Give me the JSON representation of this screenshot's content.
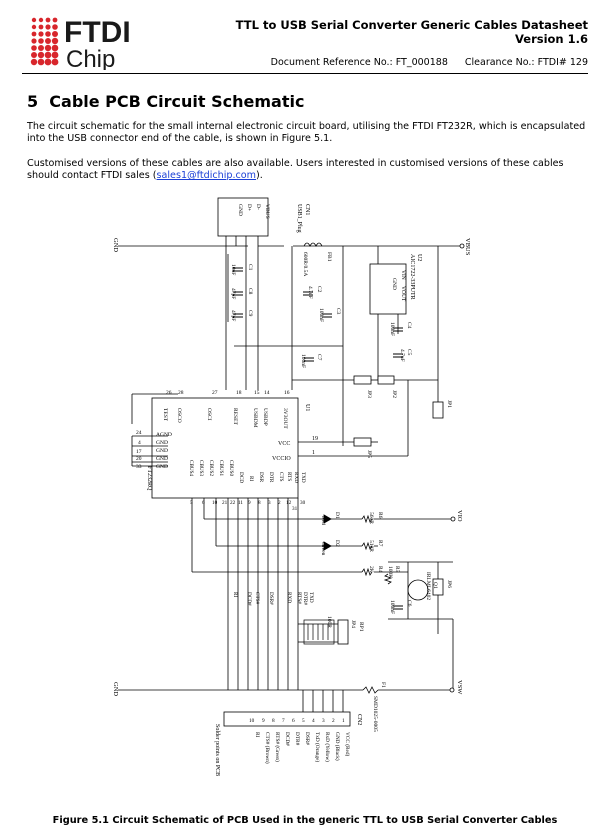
{
  "logo": {
    "line1": "FTDI",
    "line2": "Chip",
    "color": "#d8262c"
  },
  "header": {
    "title": "TTL to USB Serial Converter Generic Cables Datasheet",
    "version": "Version 1.6",
    "doc_ref": "Document Reference No.: FT_000188",
    "clearance": "Clearance No.: FTDI# 129"
  },
  "section": {
    "number": "5",
    "title": "Cable PCB Circuit Schematic"
  },
  "paragraphs": {
    "p1": "The circuit schematic for the small internal electronic circuit board, utilising the FTDI FT232R, which is encapsulated into the USB connector end of the cable, is shown in Figure 5.1.",
    "p2_before": "Customised versions of these cables are also available. Users interested in customised versions of these cables should contact FTDI sales (",
    "p2_email": "sales1@ftdichip.com",
    "p2_after": ")."
  },
  "schematic": {
    "gnd": "GND",
    "vbus": "VBUS",
    "vio": "VIO",
    "vsw": "VSW",
    "cn1": {
      "ref": "CN1",
      "name": "USB1_Plug",
      "pins": [
        "VBUS",
        "D-",
        "D+",
        "GND"
      ]
    },
    "fb1": {
      "ref": "FB1",
      "value": "600R/0.5A"
    },
    "u2": {
      "ref": "U2",
      "name": "AIC1722-33PUTR",
      "pins": [
        "VIN",
        "VOUT",
        "GND"
      ]
    },
    "u1": {
      "ref": "U1",
      "name": "FT232RQ"
    },
    "u1_left_pins": [
      {
        "num": "24",
        "name": "AGND"
      },
      {
        "num": "4",
        "name": "GND"
      },
      {
        "num": "17",
        "name": "GND"
      },
      {
        "num": "20",
        "name": "GND"
      },
      {
        "num": "33",
        "name": "GND"
      }
    ],
    "u1_top_pins": [
      {
        "num": "26",
        "name": "TEST"
      },
      {
        "num": "28",
        "name": "OSCO"
      },
      {
        "num": "27",
        "name": "OSCI"
      },
      {
        "num": "18",
        "name": "RESET"
      },
      {
        "num": "15",
        "name": "USBDM"
      },
      {
        "num": "14",
        "name": "USBDP"
      },
      {
        "num": "16",
        "name": "3V3OUT"
      }
    ],
    "u1_right_pins": [
      {
        "num": "19",
        "name": "VCC"
      },
      {
        "num": "1",
        "name": "VCCIO"
      }
    ],
    "u1_bottom_pins": [
      {
        "num": "5",
        "name": "CBUS4"
      },
      {
        "num": "6",
        "name": "CBUS3"
      },
      {
        "num": "10",
        "name": "CBUS2"
      },
      {
        "num": "21",
        "name": "CBUS1"
      },
      {
        "num": "22",
        "name": "CBUS0"
      },
      {
        "num": "11",
        "name": "DCD"
      },
      {
        "num": "9",
        "name": "RI"
      },
      {
        "num": "8",
        "name": "DSR"
      },
      {
        "num": "3",
        "name": "DTR"
      },
      {
        "num": "2",
        "name": "CTS"
      },
      {
        "num": "12",
        "name": "RTS"
      },
      {
        "num": "31",
        "name": "RXD"
      },
      {
        "num": "30",
        "name": "TXD"
      }
    ],
    "caps": [
      {
        "ref": "C1",
        "value": "10nF"
      },
      {
        "ref": "C8",
        "value": "47pF"
      },
      {
        "ref": "C9",
        "value": "47pF"
      },
      {
        "ref": "C2",
        "value": "4.7uF"
      },
      {
        "ref": "C3",
        "value": "100nF"
      },
      {
        "ref": "C4",
        "value": "100nF"
      },
      {
        "ref": "C5",
        "value": "4.7uF"
      },
      {
        "ref": "C7",
        "value": "100nF"
      },
      {
        "ref": "C6",
        "value": "100nF"
      }
    ],
    "jumpers": [
      "JP1",
      "JP2",
      "JP3",
      "JP4",
      "JP5",
      "JP6"
    ],
    "resistors": [
      {
        "ref": "R6",
        "value": "560R"
      },
      {
        "ref": "R7",
        "value": "510R"
      },
      {
        "ref": "R4",
        "value": "2K"
      },
      {
        "ref": "R5",
        "value": "100K"
      }
    ],
    "leds": [
      {
        "ref": "D1",
        "color": "Red"
      },
      {
        "ref": "D2",
        "color": "Green"
      }
    ],
    "rp1": {
      "ref": "RP1",
      "value": "100R",
      "signals": [
        "TXD",
        "DTR#",
        "RTS#",
        "RXD",
        "DSR#",
        "CTS#",
        "DCD#",
        "RI"
      ]
    },
    "q1": {
      "ref": "Q1",
      "name": "IRLML6402"
    },
    "f1": {
      "ref": "F1",
      "name": "SMD1025-0005"
    },
    "cn2": {
      "ref": "CN2",
      "solder_label": "Solder points on PCB",
      "pins": [
        {
          "num": "1",
          "name": "VCC (Red)"
        },
        {
          "num": "2",
          "name": "GND (Black)"
        },
        {
          "num": "3",
          "name": "RxD (Yellow)"
        },
        {
          "num": "4",
          "name": "TxD (Orange)"
        },
        {
          "num": "5",
          "name": "DSR#"
        },
        {
          "num": "6",
          "name": "DTR#"
        },
        {
          "num": "7",
          "name": "DCD#"
        },
        {
          "num": "8",
          "name": "RTS# (Green)"
        },
        {
          "num": "9",
          "name": "CTS# (Brown)"
        },
        {
          "num": "10",
          "name": "RI"
        }
      ]
    }
  },
  "caption": "Figure 5.1 Circuit Schematic of PCB Used in the generic TTL to USB Serial Converter Cables"
}
